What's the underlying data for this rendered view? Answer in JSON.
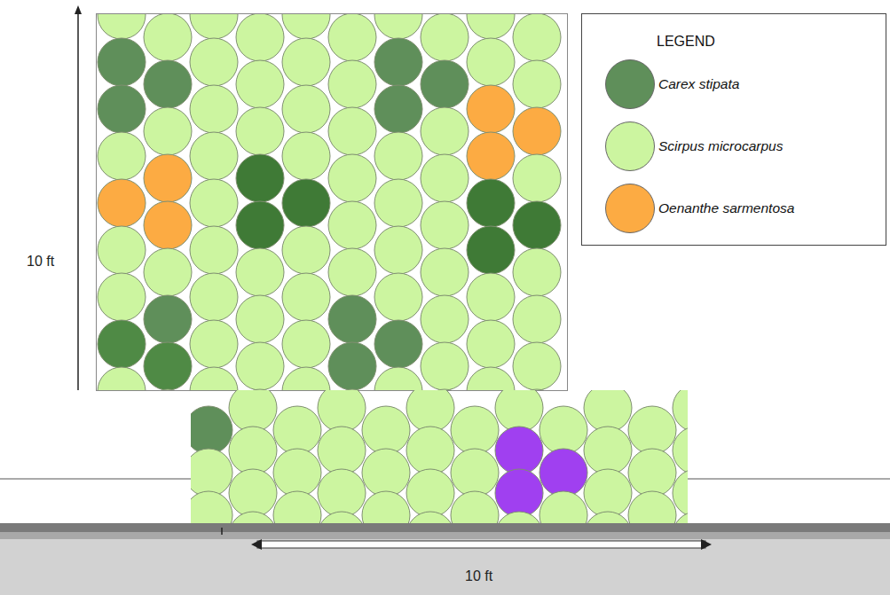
{
  "diagram": {
    "nodes": [
      {
        "text": [
          "LEGEND"
        ]
      }
    ],
    "labels": [
      "10 ft",
      "10 ft"
    ],
    "legend": [
      {
        "text": "Carex stipata",
        "color": "#5f8f5a"
      },
      {
        "text": "Scirpus microcarpus",
        "color": "#ccf5a0"
      },
      {
        "text": "Oenanthe sarmentosa",
        "color": "#fcab43"
      }
    ]
  }
}
